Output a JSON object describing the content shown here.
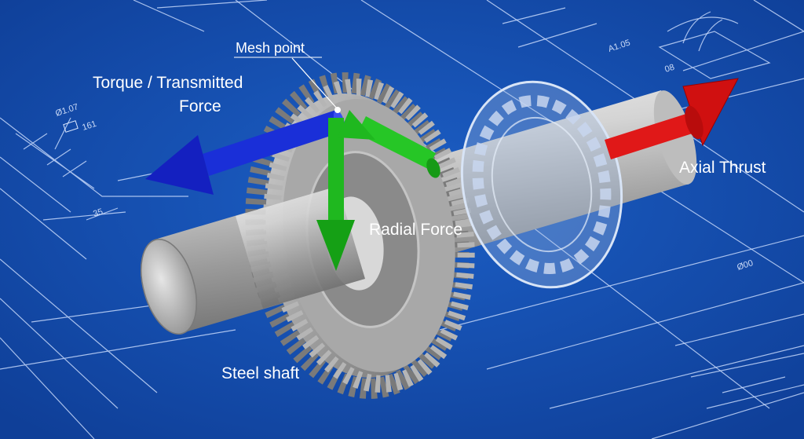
{
  "labels": {
    "mesh_point": "Mesh point",
    "torque_line1": "Torque / Transmitted",
    "torque_line2": "Force",
    "radial_force": "Radial Force",
    "axial_thrust": "Axial Thrust",
    "steel_shaft": "Steel shaft"
  },
  "blueprint_annotations": [
    "Ø1.07",
    "161",
    "35",
    "A1.05",
    "08",
    "Ø00"
  ],
  "colors": {
    "background": "#1650b0",
    "torque_arrow": "#1a2fd8",
    "radial_arrow": "#1fb81f",
    "axial_arrow": "#e01818",
    "steel": "#c9c9c9"
  }
}
